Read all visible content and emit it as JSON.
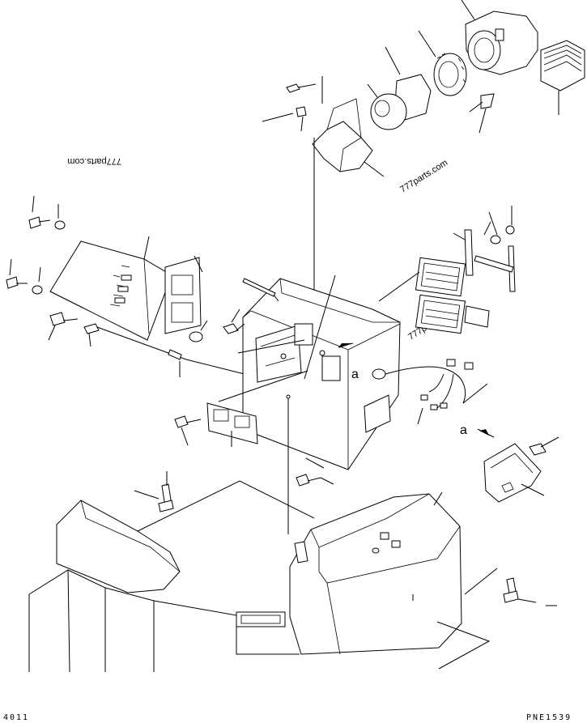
{
  "diagram": {
    "watermarks": [
      "777parts.com",
      "777parts.com",
      "777parts.com"
    ],
    "view_labels": [
      "a",
      "a"
    ],
    "drawing_code": "PNE1539",
    "corner_mark": "4011"
  },
  "colors": {
    "line": "#000000",
    "background": "#ffffff"
  }
}
